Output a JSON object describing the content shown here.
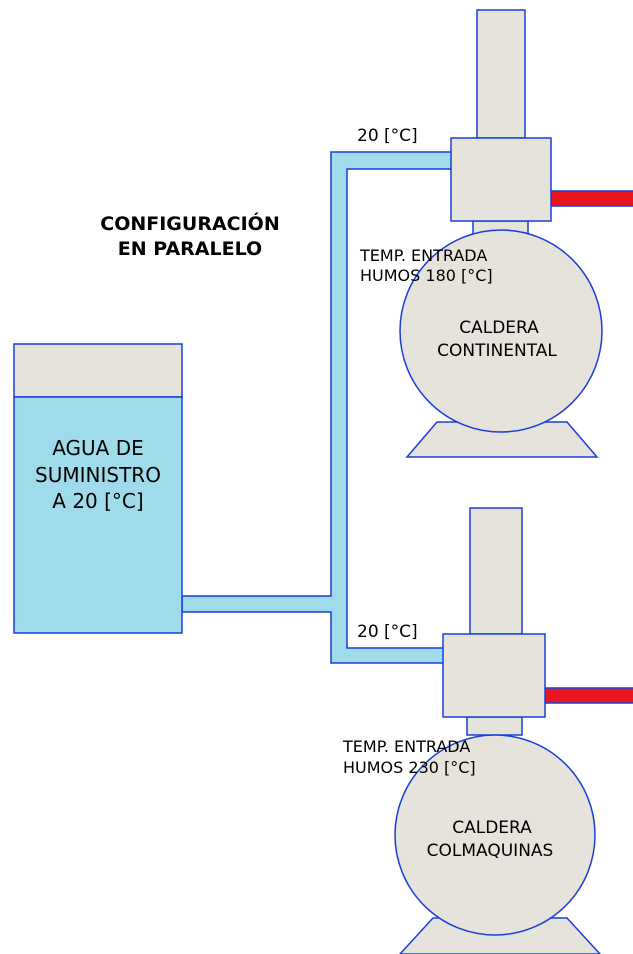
{
  "title": {
    "line1": "CONFIGURACIÓN",
    "line2": "EN PARALELO"
  },
  "tank": {
    "line1": "AGUA DE",
    "line2": "SUMINISTRO",
    "line3": "A 20 [°C]"
  },
  "boiler_1": {
    "inlet_temp": "20 [°C]",
    "gas_temp_line1": "TEMP. ENTRADA",
    "gas_temp_line2": "HUMOS 180 [°C]",
    "name_line1": "CALDERA",
    "name_line2": "CONTINENTAL"
  },
  "boiler_2": {
    "inlet_temp": "20 [°C]",
    "gas_temp_line1": "TEMP. ENTRADA",
    "gas_temp_line2": "HUMOS 230 [°C]",
    "name_line1": "CALDERA",
    "name_line2": "COLMAQUINAS"
  },
  "colors": {
    "water": "#9fdbea",
    "body": "#e6e2dc",
    "outline": "#1a3fd6",
    "hot_pipe": "#e8151e"
  }
}
